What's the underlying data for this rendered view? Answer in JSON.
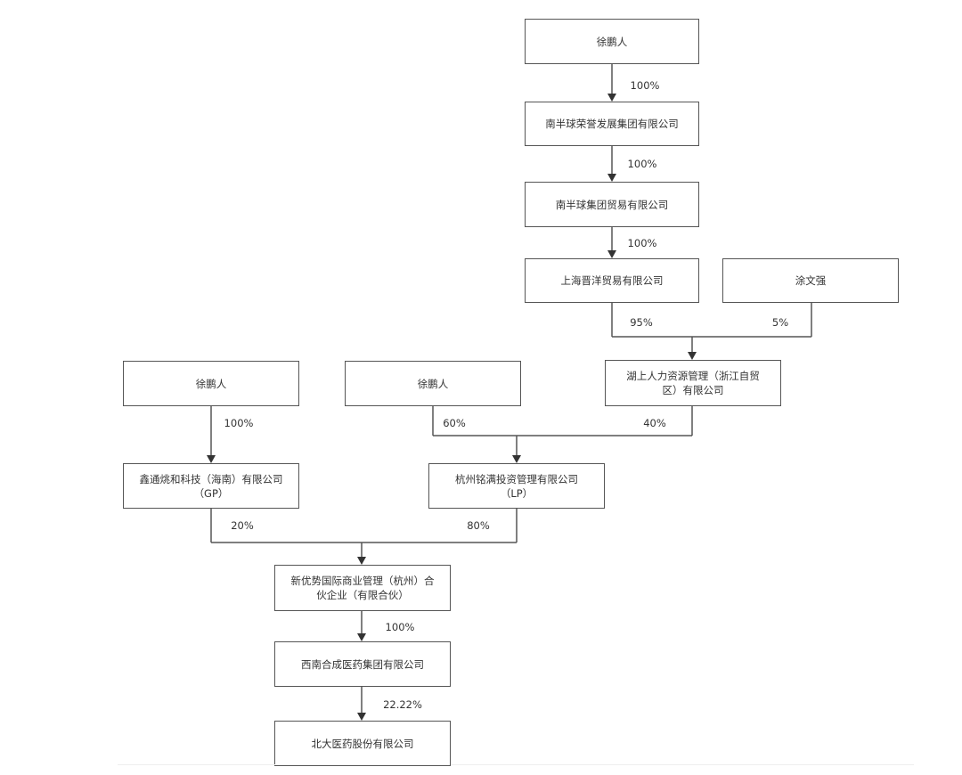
{
  "entities": {
    "xu_top": "徐鹏人",
    "nbq_group": "南半球荣誉发展集团有限公司",
    "nbq_trade": "南半球集团贸易有限公司",
    "sh_jinyang": "上海晋洋贸易有限公司",
    "tu_wenqiang": "涂文强",
    "hushang": [
      "湖上人力资源管理（浙江自贸",
      "区）有限公司"
    ],
    "xu_left": "徐鹏人",
    "xu_mid": "徐鹏人",
    "xintong": [
      "鑫通烑和科技（海南）有限公司",
      "（GP）"
    ],
    "hz_mingman": [
      "杭州铭满投资管理有限公司",
      "（LP）"
    ],
    "xinyoushi": [
      "新优势国际商业管理（杭州）合",
      "伙企业（有限合伙）"
    ],
    "xinan": "西南合成医药集团有限公司",
    "beida": "北大医药股份有限公司"
  },
  "percentages": {
    "xu_top_nbq_group": "100%",
    "nbq_group_nbq_trade": "100%",
    "nbq_trade_sh_jinyang": "100%",
    "sh_jinyang_hushang": "95%",
    "tu_wenqiang_hushang": "5%",
    "xu_left_xintong": "100%",
    "xu_mid_hz_mingman": "60%",
    "hushang_hz_mingman": "40%",
    "xintong_xinyoushi": "20%",
    "hz_mingman_xinyoushi": "80%",
    "xinyoushi_xinan": "100%",
    "xinan_beida": "22.22%"
  }
}
